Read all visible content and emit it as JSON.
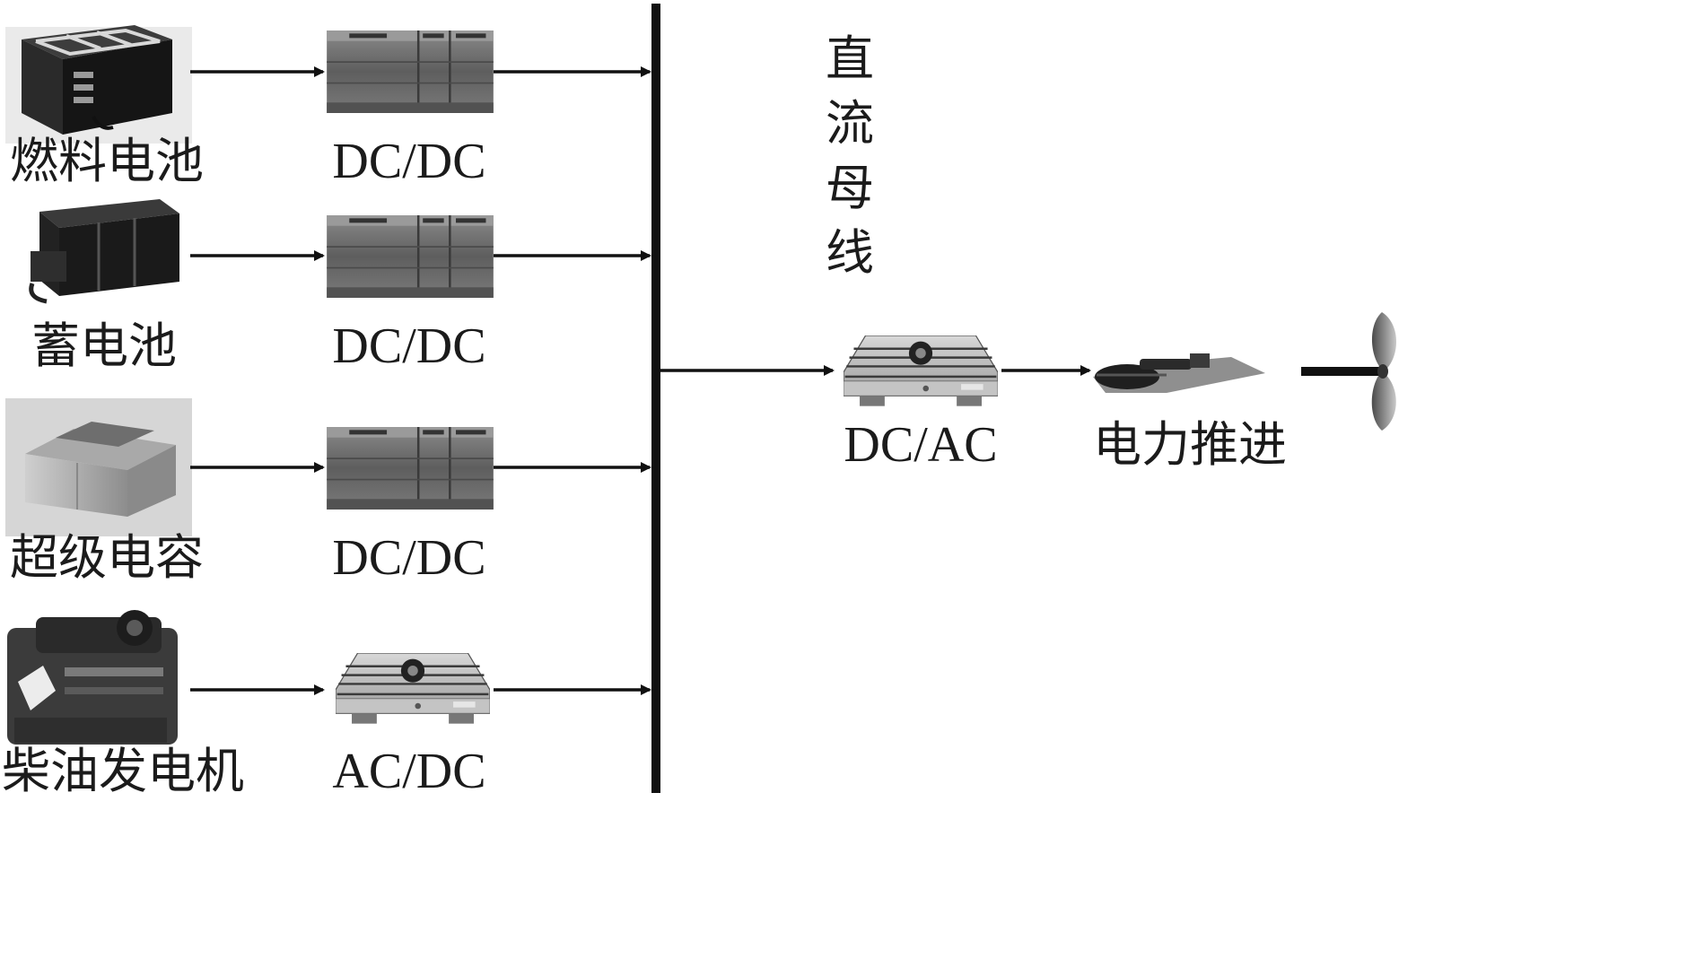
{
  "sources": [
    {
      "id": "fuel-cell",
      "label": "燃料电池",
      "converter": "DC/DC"
    },
    {
      "id": "battery",
      "label": "蓄电池",
      "converter": "DC/DC"
    },
    {
      "id": "supercap",
      "label": "超级电容",
      "converter": "DC/DC"
    },
    {
      "id": "diesel",
      "label": "柴油发电机",
      "converter": "AC/DC"
    }
  ],
  "bus": {
    "label_chars": [
      "直",
      "流",
      "母",
      "线"
    ]
  },
  "output": {
    "inverter": "DC/AC",
    "propulsion": "电力推进"
  },
  "colors": {
    "line": "#111111",
    "device_dark": "#2a2a2a",
    "device_mid": "#6b6b6b",
    "device_light": "#b5b5b5"
  },
  "icons": [
    "fuel-cell-icon",
    "battery-icon",
    "supercapacitor-icon",
    "diesel-generator-icon",
    "dcdc-converter-icon",
    "acdc-converter-icon",
    "dcac-inverter-icon",
    "propulsion-motor-icon",
    "propeller-icon"
  ]
}
